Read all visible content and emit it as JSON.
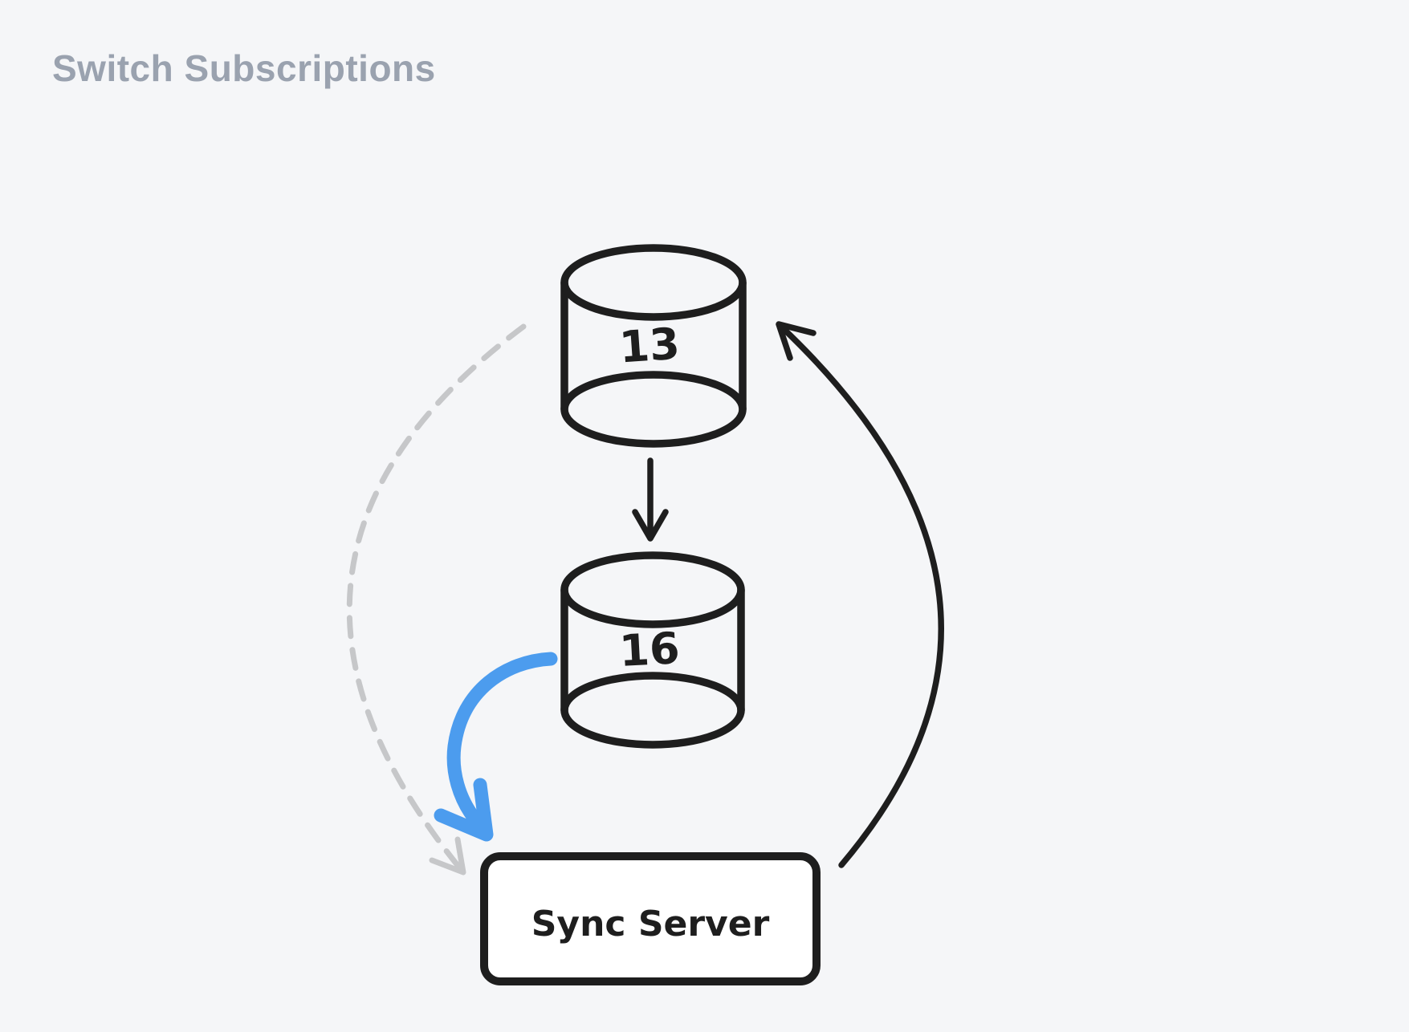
{
  "page": {
    "title": "Switch Subscriptions",
    "background": "#f5f6f8",
    "title_color": "#9aa2af"
  },
  "diagram": {
    "nodes": [
      {
        "id": "db-13",
        "type": "database-cylinder",
        "label": "13"
      },
      {
        "id": "db-16",
        "type": "database-cylinder",
        "label": "16"
      },
      {
        "id": "sync-server",
        "type": "rounded-box",
        "label": "Sync Server"
      }
    ],
    "edges": [
      {
        "from": "db-13",
        "to": "db-16",
        "style": "solid",
        "color": "#1e1e1e",
        "shape": "straight-down-arrow"
      },
      {
        "from": "db-16",
        "to": "sync-server",
        "style": "solid-thick",
        "color": "#4c9cee",
        "shape": "curved-arrow"
      },
      {
        "from": "db-13",
        "to": "sync-server",
        "style": "dashed",
        "color": "#c6c7c9",
        "shape": "curved-left-arrow"
      },
      {
        "from": "sync-server",
        "to": "db-13",
        "style": "solid",
        "color": "#1e1e1e",
        "shape": "curved-right-arrow"
      }
    ],
    "colors": {
      "stroke": "#1e1e1e",
      "accent_blue": "#4c9cee",
      "muted_gray": "#c6c7c9",
      "node_fill": "#ffffff"
    }
  }
}
